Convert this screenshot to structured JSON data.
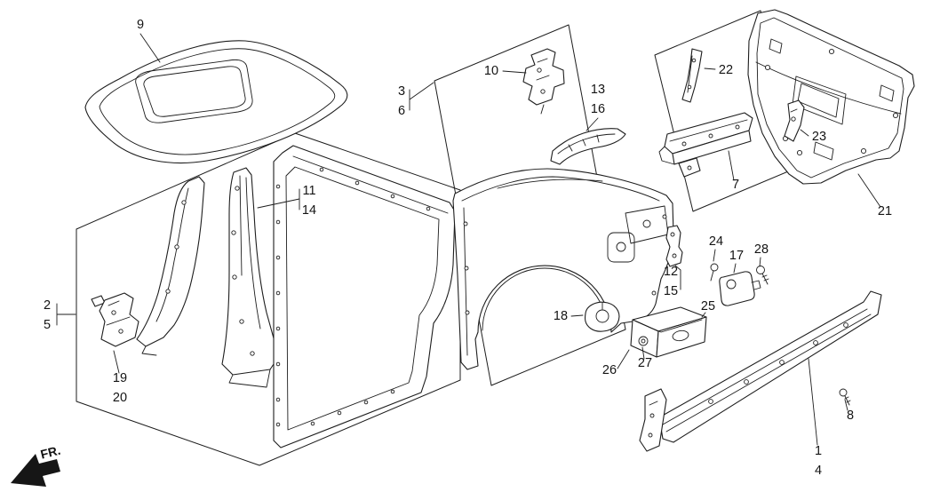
{
  "colors": {
    "background": "#ffffff",
    "line": "#1d1d1d",
    "label_text": "#141414"
  },
  "direction_indicator": {
    "label": "FR."
  },
  "callouts": {
    "n1": {
      "label": "1"
    },
    "n2": {
      "label": "2"
    },
    "n3": {
      "label": "3"
    },
    "n4": {
      "label": "4"
    },
    "n5": {
      "label": "5"
    },
    "n6": {
      "label": "6"
    },
    "n7": {
      "label": "7"
    },
    "n8": {
      "label": "8"
    },
    "n9": {
      "label": "9"
    },
    "n10": {
      "label": "10"
    },
    "n11": {
      "label": "11"
    },
    "n12": {
      "label": "12"
    },
    "n13": {
      "label": "13"
    },
    "n14": {
      "label": "14"
    },
    "n15": {
      "label": "15"
    },
    "n16": {
      "label": "16"
    },
    "n17": {
      "label": "17"
    },
    "n18": {
      "label": "18"
    },
    "n19": {
      "label": "19"
    },
    "n20": {
      "label": "20"
    },
    "n21": {
      "label": "21"
    },
    "n22": {
      "label": "22"
    },
    "n23": {
      "label": "23"
    },
    "n24": {
      "label": "24"
    },
    "n25": {
      "label": "25"
    },
    "n26": {
      "label": "26"
    },
    "n27": {
      "label": "27"
    },
    "n28": {
      "label": "28"
    }
  }
}
